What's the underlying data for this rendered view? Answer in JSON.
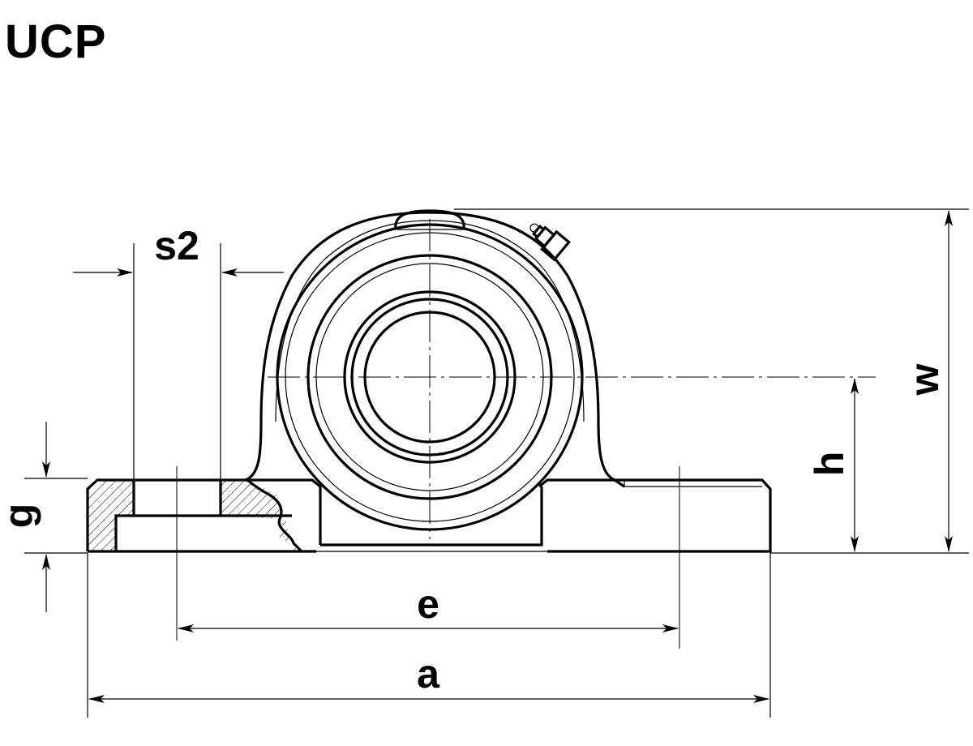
{
  "title": "UCP",
  "dimensions": {
    "s2": "s2",
    "g": "g",
    "h": "h",
    "w": "w",
    "e": "e",
    "a": "a"
  }
}
